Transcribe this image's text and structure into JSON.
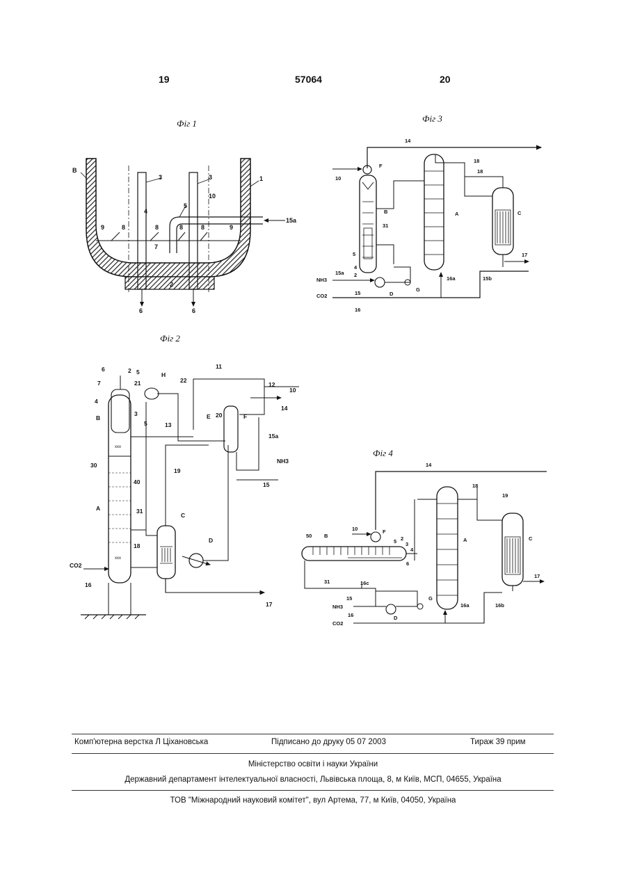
{
  "page": {
    "left_number": "19",
    "doc_number": "57064",
    "right_number": "20"
  },
  "figures": {
    "fig1": {
      "caption": "Фіг 1",
      "labels": {
        "B": "B",
        "n1": "1",
        "n2": "2",
        "n3a": "3",
        "n3b": "3",
        "n4": "4",
        "n5": "5",
        "n6a": "6",
        "n6b": "6",
        "n7": "7",
        "n8a": "8",
        "n8b": "8",
        "n8c": "8",
        "n8d": "8",
        "n9a": "9",
        "n9b": "9",
        "n10": "10",
        "n15a": "15a"
      }
    },
    "fig2": {
      "caption": "Фіг 2",
      "labels": {
        "n6": "6",
        "n2": "2",
        "n5": "5",
        "H": "H",
        "n7": "7",
        "n21": "21",
        "n4": "4",
        "n22": "22",
        "n11": "11",
        "n12": "12",
        "n10": "10",
        "n14": "14",
        "B": "B",
        "n3": "3",
        "n5b": "5",
        "E": "E",
        "n20": "20",
        "F": "F",
        "n13": "13",
        "n15a": "15a",
        "nh3": "NH3",
        "n15": "15",
        "n30": "30",
        "n19": "19",
        "n40": "40",
        "A": "A",
        "n31": "31",
        "C": "C",
        "n18": "18",
        "D": "D",
        "co2": "CO2",
        "n16": "16",
        "n17": "17"
      }
    },
    "fig3": {
      "caption": "Фіг 3",
      "labels": {
        "n14": "14",
        "n18a": "18",
        "n18b": "18",
        "n10": "10",
        "F": "F",
        "B": "B",
        "n31": "31",
        "A": "A",
        "C": "C",
        "n5": "5",
        "n15a": "15a",
        "n4": "4",
        "n2": "2",
        "nh3": "NH3",
        "n15": "15",
        "D": "D",
        "G": "G",
        "n16a": "16a",
        "n15b": "15b",
        "n17": "17",
        "co2": "CO2",
        "n16": "16"
      }
    },
    "fig4": {
      "caption": "Фіг 4",
      "labels": {
        "n14": "14",
        "n18": "18",
        "n19": "19",
        "n10": "10",
        "F": "F",
        "n50": "50",
        "B": "B",
        "n5": "5",
        "n2": "2",
        "n3": "3",
        "n4": "4",
        "n6": "6",
        "A": "A",
        "C": "C",
        "n31": "31",
        "n16c": "16c",
        "n15": "15",
        "nh3": "NH3",
        "G": "G",
        "D": "D",
        "n16": "16",
        "co2": "CO2",
        "n16a": "16a",
        "n16b": "16b",
        "n17": "17"
      }
    }
  },
  "footer": {
    "layout": "Комп'ютерна верстка Л  Цiхановська",
    "signed": "Підписано до друку 05 07 2003",
    "print_run": "Тираж 39 прим",
    "ministry": "Міністерство освіти і науки України",
    "department": "Державний департамент інтелектуальної власності, Львівська площа, 8, м  Київ, МСП, 04655, Україна",
    "publisher": "ТОВ \"Міжнародний науковий комітет\", вул  Артема, 77, м  Київ, 04050, Україна"
  }
}
